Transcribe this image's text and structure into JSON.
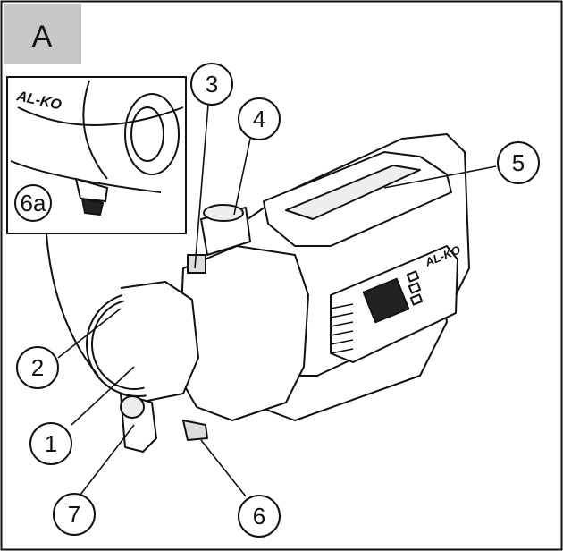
{
  "panel": {
    "label": "A",
    "label_bg": "#c8c8c8"
  },
  "inset": {
    "brand_logo": "AL-KO",
    "callout": "6a"
  },
  "device": {
    "brand_logo": "AL-KO"
  },
  "callouts": {
    "c1": "1",
    "c2": "2",
    "c3": "3",
    "c4": "4",
    "c5": "5",
    "c6": "6",
    "c7": "7"
  },
  "colors": {
    "line": "#111111",
    "body_fill": "#ffffff",
    "shade": "#d9d9d9",
    "dark": "#222222"
  }
}
